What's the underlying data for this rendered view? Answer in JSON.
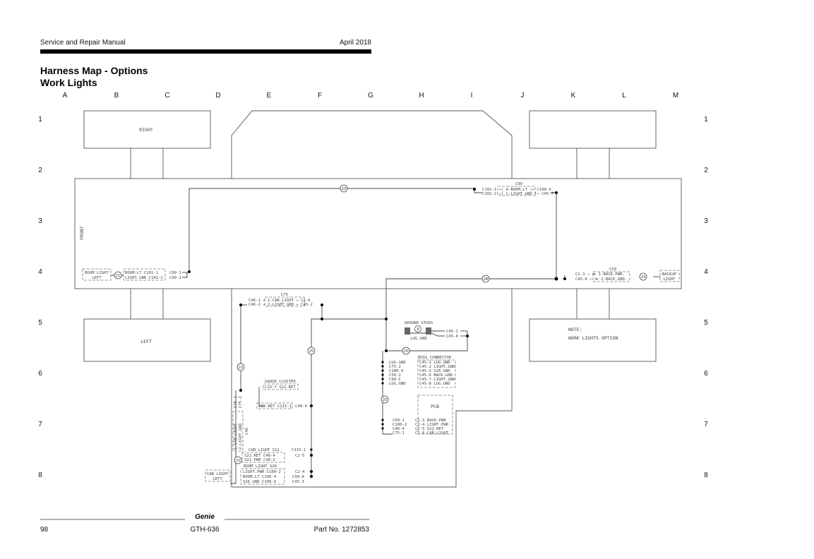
{
  "header": {
    "title": "Service and Repair Manual",
    "date": "April 2018"
  },
  "heading": {
    "title": "Harness Map - Options",
    "subtitle": "Work Lights"
  },
  "grid": {
    "columns": [
      "A",
      "B",
      "C",
      "D",
      "E",
      "F",
      "G",
      "H",
      "I",
      "J",
      "K",
      "L",
      "M"
    ],
    "rows": [
      "1",
      "2",
      "3",
      "4",
      "5",
      "6",
      "7",
      "8"
    ]
  },
  "components": {
    "right": "RIGHT",
    "front": "FRONT",
    "left": "LEFT",
    "note": [
      "NOTE:",
      "WORK LIGHTS OPTION"
    ],
    "pcb": "PCB",
    "ground_studs": "GROUND STUDS",
    "ground_stud_num": "9",
    "lug_gnd": "LUG.GND",
    "boom_light_left": [
      "BOOM LIGHT",
      "LEFT"
    ],
    "backup_light": [
      "BACKUP",
      "LIGHT"
    ],
    "cab_light_left": [
      "CAB LIGHT",
      "LEFT"
    ]
  },
  "wire_labels": {
    "w23": "23",
    "w28": "28",
    "w24": "24",
    "w21a": "21",
    "w21b": "21",
    "w25a": "25",
    "w25b": "25",
    "w25c": "25",
    "w22": "22"
  },
  "c99": {
    "title": "C99",
    "rows": [
      "C101-1 →| A-BOOM.LT |→ C100-4",
      "C101-2 →| C-LIGHT.GND |→ C45-7"
    ]
  },
  "boom_left_conn": {
    "rows": [
      "BOOM.LT  C101-1",
      "LIGHT.GND C101-2"
    ],
    "out": [
      "C99-1",
      "C99-2"
    ]
  },
  "c50": {
    "title": "C50",
    "rows": [
      "C2-3 ─ ≫ 1-BACK.PWR-",
      "C45-6 ─ ≫ 2-BACK.GND-"
    ]
  },
  "c75": {
    "title": "C75",
    "rows": [
      "C46-1 → 1-CAB.LIGHT → C2-6",
      "C46-2 → 2-LIGHT.GND → C45-2"
    ]
  },
  "ground_wires": [
    "C45-1",
    "C45-8"
  ],
  "buss": {
    "title": "BUSS CONNECTOR",
    "left": [
      "LUG.GND",
      "C75-2",
      "C100-9",
      "C50-2",
      "C99-C",
      "LUG.GND"
    ],
    "right": [
      "C45-1 LUG.GND",
      "C45-2 LIGHT.GND",
      "C45-3 S26.GND",
      "C45-6 BACK.GND",
      "C45-7 LIGHT.GND",
      "C45-8 LUG.GND"
    ]
  },
  "pcb_conn": {
    "left": [
      "C50-1",
      "C100-2",
      "C48-4",
      "C75-1"
    ],
    "right": [
      "C2-3 BACK.PWR",
      "C2-4 LIGHT.PWR",
      "C2-5 S22.RET",
      "C2-6 CAB.LIGHT"
    ]
  },
  "gauge": {
    "title": "GAUGE CLUSTER",
    "row": "C13-7 S22.RET",
    "ret": "S22.RET C115-1",
    "ret_out": "C48-4"
  },
  "c46": {
    "title": "C46",
    "rows": [
      "1-CAB.LIGHT",
      "2-LIGHT.GND"
    ],
    "top": [
      "C75-1",
      "C75-2"
    ]
  },
  "cab_s22": {
    "title": "CAB LIGHT S22",
    "rows": [
      "S22.RET C48-4",
      "S22.PWR C48-2"
    ],
    "out": [
      "C115-1",
      "C2-5"
    ]
  },
  "boom_s26": {
    "title": "BOOM LIGHT S26",
    "rows": [
      "LIGHT.PWR C100-2",
      "BOOM.LT C100-4",
      "S26.GND C100-9"
    ],
    "out": [
      "C2-4",
      "C99-A",
      "C45-3"
    ]
  },
  "footer": {
    "page": "98",
    "model": "GTH-636",
    "part": "Part No. 1272853",
    "logo": "Genie"
  }
}
